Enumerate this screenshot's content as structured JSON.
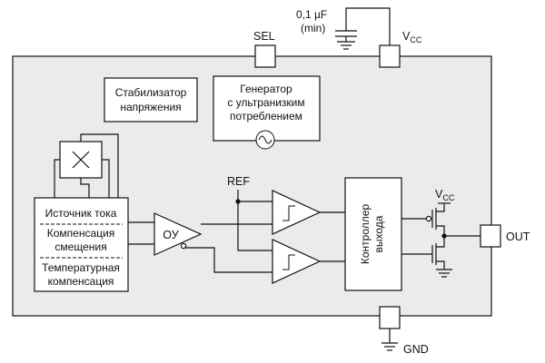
{
  "pins": {
    "sel": "SEL",
    "vcc_main": "V",
    "vcc_main_sub": "CC",
    "out": "OUT",
    "gnd": "GND"
  },
  "capacitor": {
    "value": "0,1 µF",
    "note": "(min)"
  },
  "blocks": {
    "regulator": [
      "Стабилизатор",
      "напряжения"
    ],
    "oscillator": [
      "Генератор",
      "с ультранизким",
      "потреблением"
    ],
    "current_source": "Источник тока",
    "offset_comp": [
      "Компенсация",
      "смещения"
    ],
    "temp_comp": [
      "Температурная",
      "компенсация"
    ],
    "opamp": "ОУ",
    "controller": [
      "Контроллер",
      "выхода"
    ]
  },
  "signals": {
    "ref": "REF",
    "vcc_out": "V",
    "vcc_out_sub": "CC"
  }
}
